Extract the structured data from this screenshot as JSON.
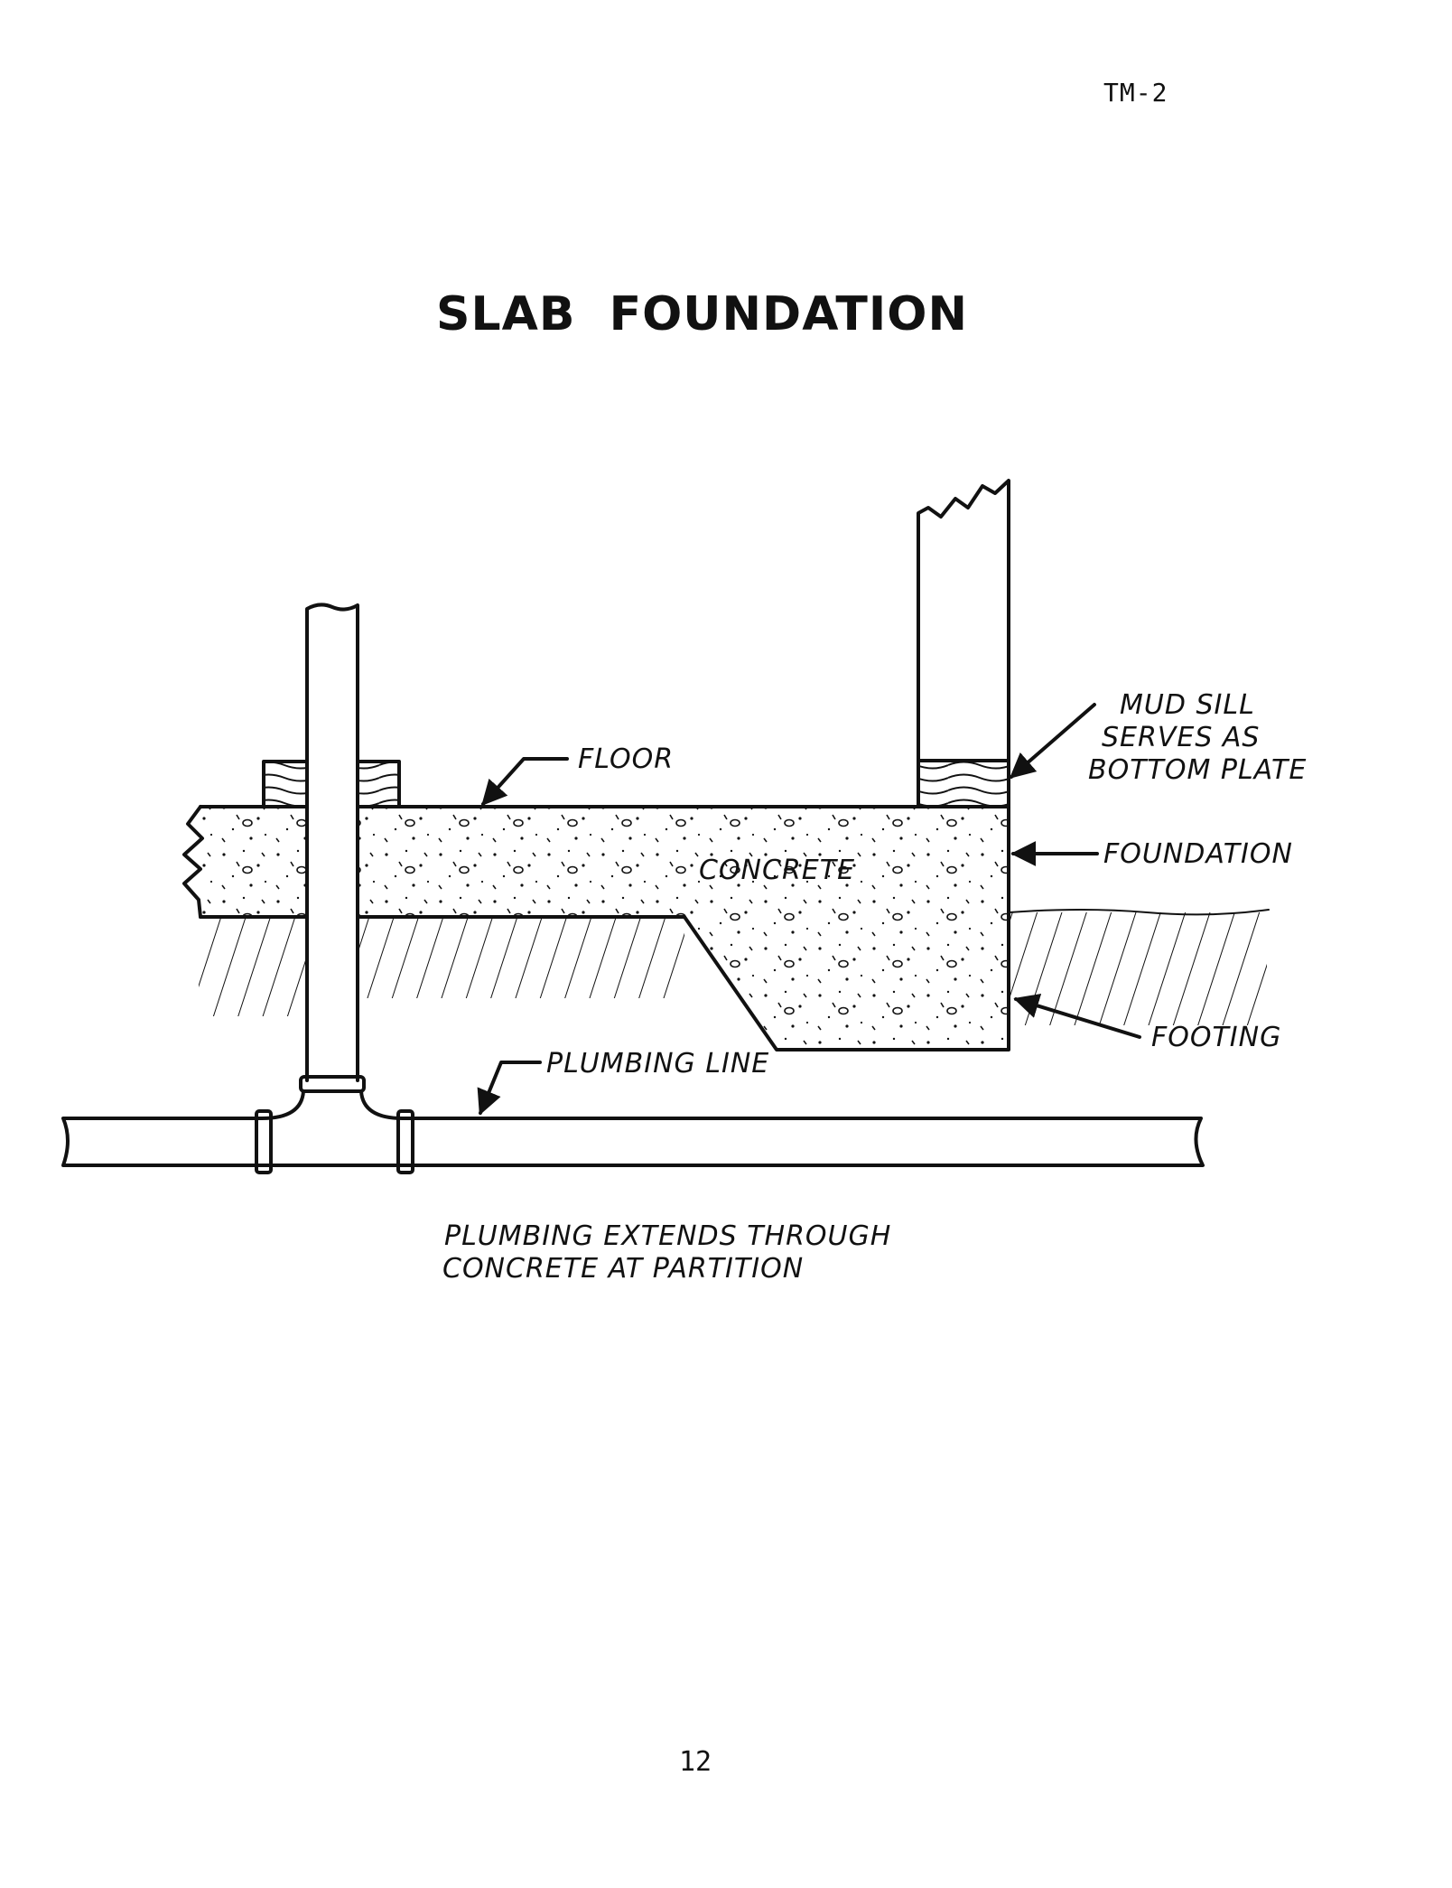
{
  "page_code": "TM-2",
  "title": "SLAB FOUNDATION",
  "labels": {
    "floor": "FLOOR",
    "concrete": "CONCRETE",
    "mud_sill_line1": "MUD SILL",
    "mud_sill_line2": "SERVES AS",
    "mud_sill_line3": "BOTTOM PLATE",
    "foundation": "FOUNDATION",
    "footing": "FOOTING",
    "plumbing_line": "PLUMBING LINE"
  },
  "caption": {
    "line1": "PLUMBING EXTENDS THROUGH",
    "line2": "CONCRETE AT PARTITION"
  },
  "page_number": "12"
}
